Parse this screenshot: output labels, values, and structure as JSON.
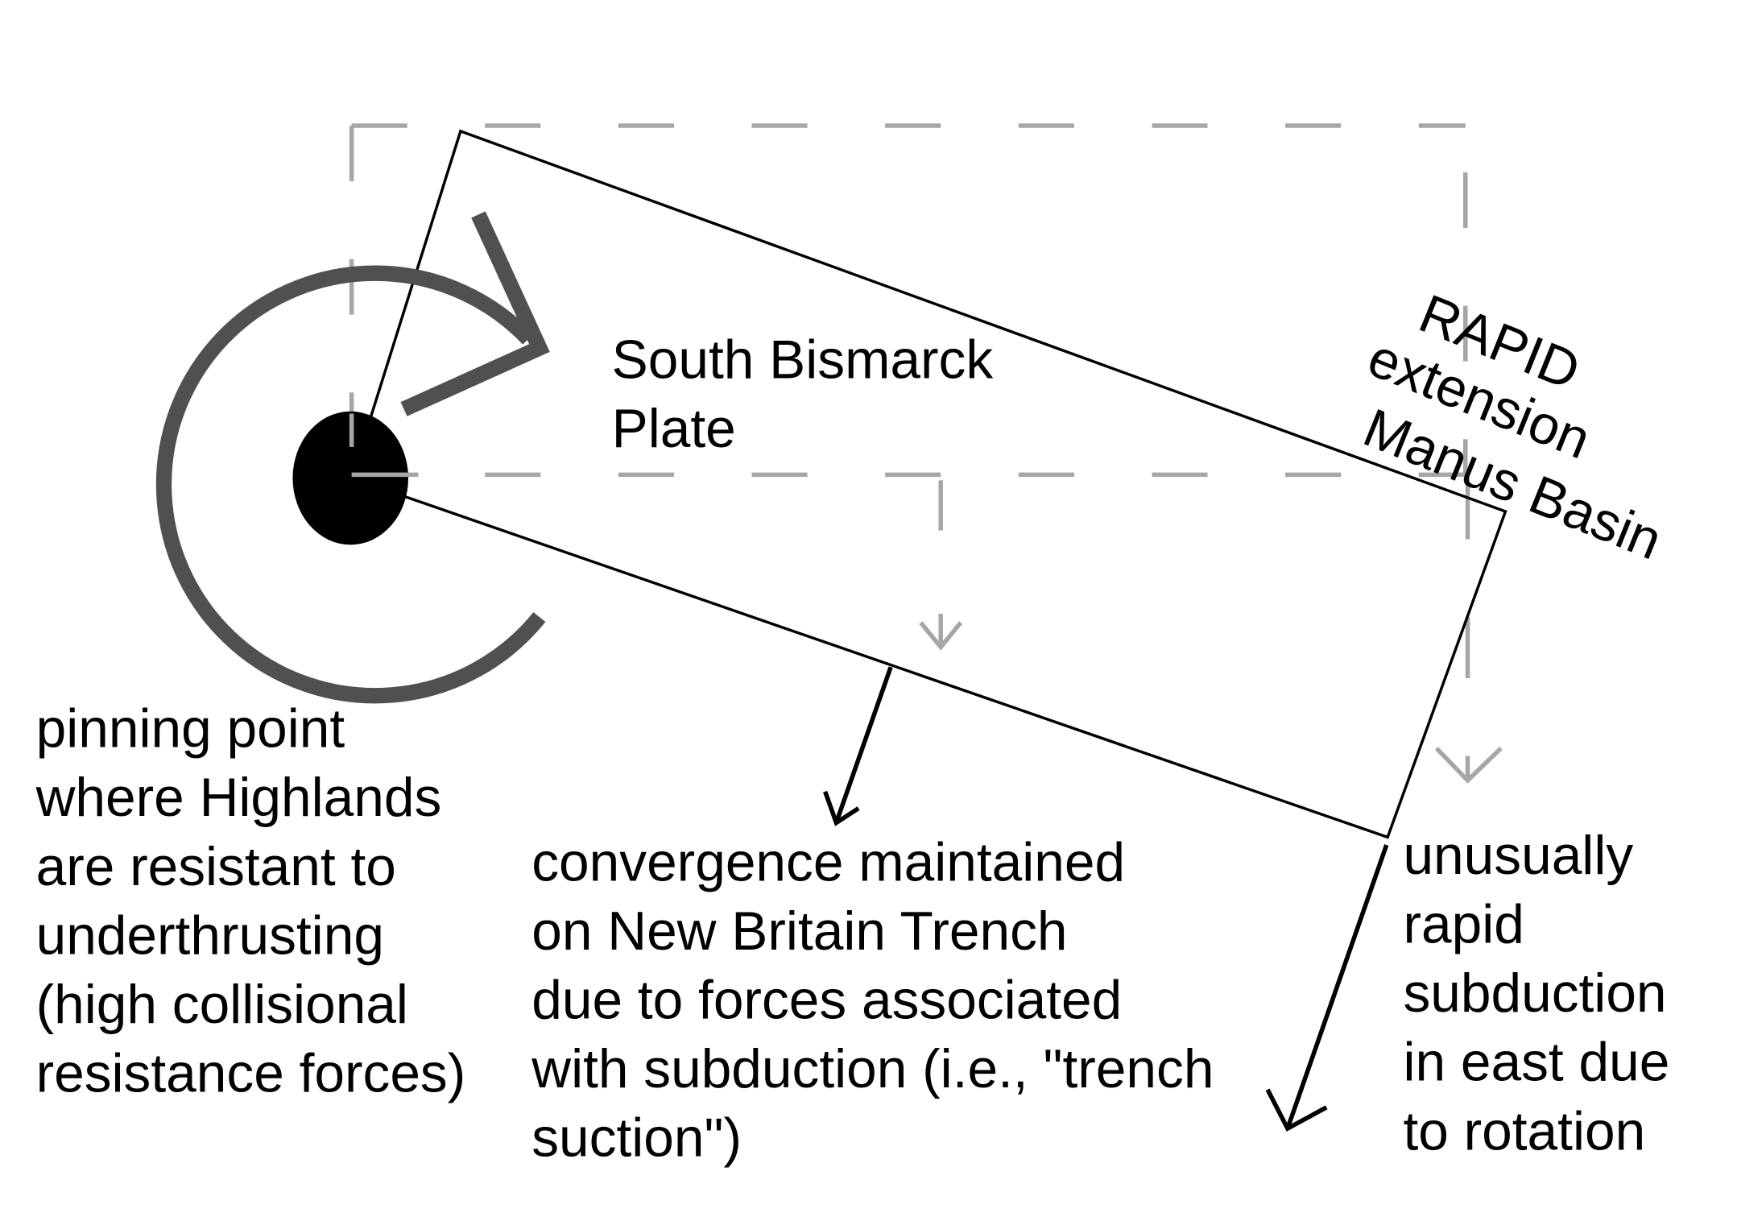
{
  "diagram": {
    "plate_label": [
      "South Bismarck",
      "Plate"
    ],
    "basin_label": [
      "RAPID",
      "extension",
      "Manus Basin"
    ],
    "pinning_label": [
      "pinning point",
      "where Highlands",
      "are resistant to",
      "underthrusting",
      "(high collisional",
      "resistance forces)"
    ],
    "convergence_label": [
      "convergence maintained",
      "on New Britain Trench",
      "due to forces associated",
      "with subduction (i.e., \"trench",
      "suction\")"
    ],
    "subduction_label": [
      "unusually",
      "rapid",
      "subduction",
      "in east due",
      "to rotation"
    ],
    "colors": {
      "plate_outline": "#000000",
      "original_position_dashed": "#a6a6a6",
      "rotation_arrow": "#505050",
      "pinning_point": "#000000",
      "motion_arrow": "#000000"
    }
  }
}
